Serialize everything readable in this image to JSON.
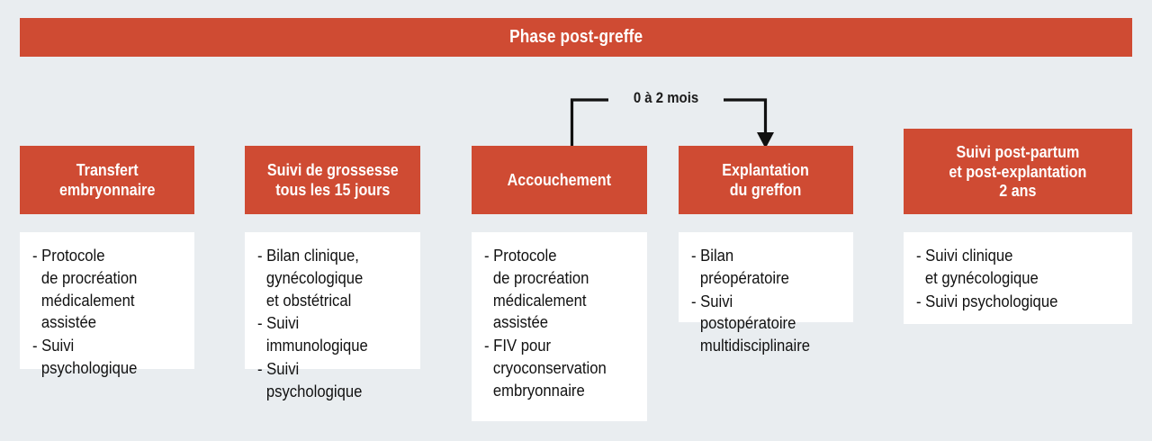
{
  "header": {
    "title": "Phase post-greffe",
    "background_color": "#cf4b33",
    "text_color": "#ffffff"
  },
  "canvas": {
    "background_color": "#e9edf0"
  },
  "connector": {
    "label": "0 à 2 mois",
    "from": "Accouchement",
    "to": "Explantation du greffon",
    "arrow_direction": "down-right",
    "line_color": "#111111"
  },
  "columns": [
    {
      "id": "transfert-embryonnaire",
      "header": "Transfert\nembryonnaire",
      "items": [
        "- Protocole\n  de procréation\n  médicalement\n  assistée",
        "- Suivi psychologique"
      ]
    },
    {
      "id": "suivi-de-grossesse",
      "header": "Suivi de grossesse\ntous les 15 jours",
      "items": [
        "- Bilan clinique,\n  gynécologique\n  et obstétrical",
        "- Suivi immunologique",
        "- Suivi psychologique"
      ]
    },
    {
      "id": "accouchement",
      "header": "Accouchement",
      "items": [
        "- Protocole\n  de procréation\n  médicalement\n  assistée",
        "- FIV pour\n  cryoconservation\n  embryonnaire"
      ]
    },
    {
      "id": "explantation-du-greffon",
      "header": "Explantation\ndu greffon",
      "items": [
        "- Bilan préopératoire",
        "- Suivi postopératoire\n  multidisciplinaire"
      ]
    },
    {
      "id": "suivi-post-partum",
      "header": "Suivi post-partum\net post-explantation\n2 ans",
      "items": [
        "- Suivi clinique\n  et gynécologique",
        "- Suivi psychologique"
      ]
    }
  ]
}
